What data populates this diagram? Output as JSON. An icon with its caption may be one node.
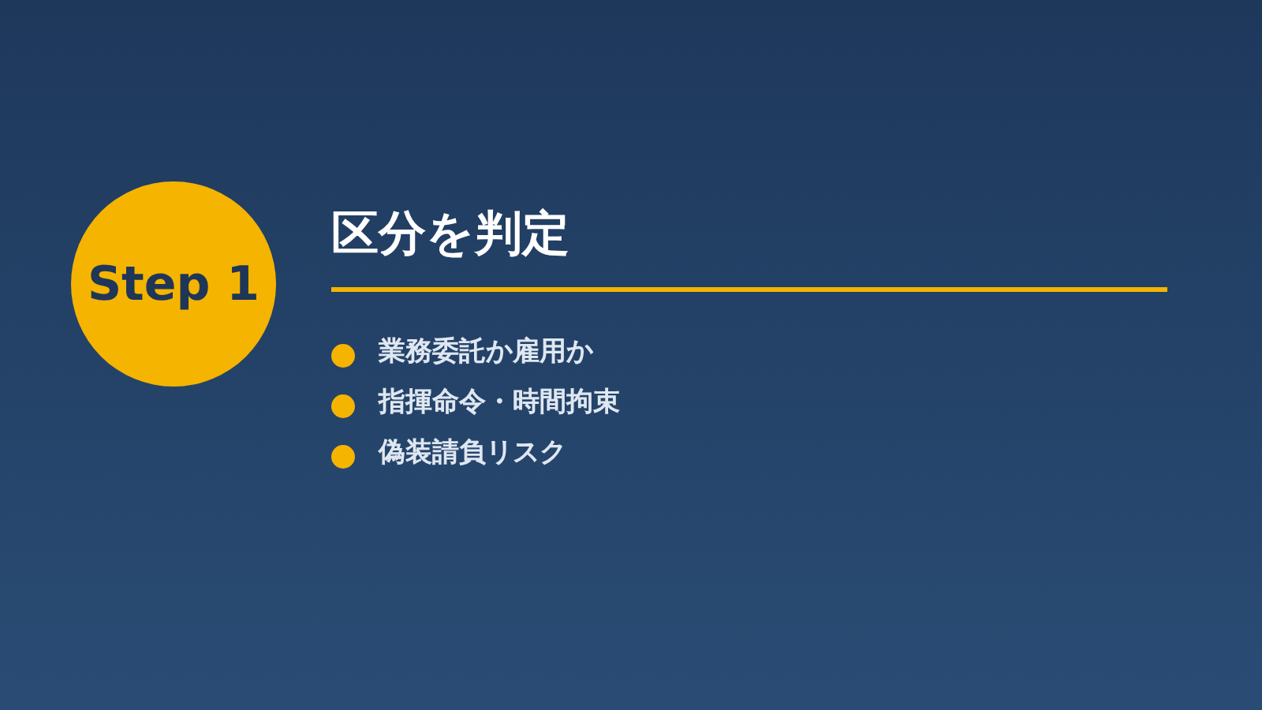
{
  "diagram": {
    "title": "区分を判定",
    "nodes": [
      {
        "text": [
          "Step 1"
        ]
      }
    ],
    "labels": [
      "業務委託か雇用か",
      "指揮命令・時間拘束",
      "偽装請負リスク"
    ]
  }
}
